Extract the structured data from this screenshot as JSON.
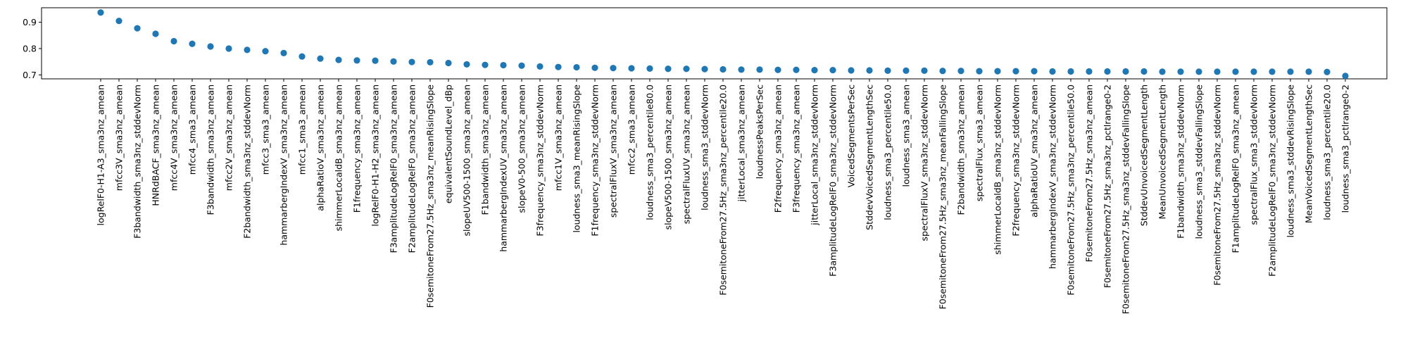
{
  "chart_data": {
    "type": "scatter",
    "title": "",
    "xlabel": "",
    "ylabel": "",
    "ylim": [
      0.685,
      0.955
    ],
    "yticks": [
      0.7,
      0.8,
      0.9
    ],
    "ytick_labels": [
      "0.7",
      "0.8",
      "0.9"
    ],
    "grid": false,
    "marker_color": "#1f77b4",
    "categories": [
      "logRelF0-H1-A3_sma3nz_amean",
      "mfcc3V_sma3nz_amean",
      "F3bandwidth_sma3nz_stddevNorm",
      "HNRdBACF_sma3nz_amean",
      "mfcc4V_sma3nz_amean",
      "mfcc4_sma3_amean",
      "F3bandwidth_sma3nz_amean",
      "mfcc2V_sma3nz_amean",
      "F2bandwidth_sma3nz_stddevNorm",
      "mfcc3_sma3_amean",
      "hammarbergIndexV_sma3nz_amean",
      "mfcc1_sma3_amean",
      "alphaRatioV_sma3nz_amean",
      "shimmerLocaldB_sma3nz_amean",
      "F1frequency_sma3nz_amean",
      "logRelF0-H1-H2_sma3nz_amean",
      "F3amplitudeLogRelF0_sma3nz_amean",
      "F2amplitudeLogRelF0_sma3nz_amean",
      "F0semitoneFrom27.5Hz_sma3nz_meanRisingSlope",
      "equivalentSoundLevel_dBp",
      "slopeUV500-1500_sma3nz_amean",
      "F1bandwidth_sma3nz_amean",
      "hammarbergIndexUV_sma3nz_amean",
      "slopeV0-500_sma3nz_amean",
      "F3frequency_sma3nz_stddevNorm",
      "mfcc1V_sma3nz_amean",
      "loudness_sma3_meanRisingSlope",
      "F1frequency_sma3nz_stddevNorm",
      "spectralFluxV_sma3nz_amean",
      "mfcc2_sma3_amean",
      "loudness_sma3_percentile80.0",
      "slopeV500-1500_sma3nz_amean",
      "spectralFluxUV_sma3nz_amean",
      "loudness_sma3_stddevNorm",
      "F0semitoneFrom27.5Hz_sma3nz_percentile20.0",
      "jitterLocal_sma3nz_amean",
      "loudnessPeaksPerSec",
      "F2frequency_sma3nz_amean",
      "F3frequency_sma3nz_amean",
      "jitterLocal_sma3nz_stddevNorm",
      "F3amplitudeLogRelF0_sma3nz_stddevNorm",
      "VoicedSegmentsPerSec",
      "StddevVoicedSegmentLengthSec",
      "loudness_sma3_percentile50.0",
      "loudness_sma3_amean",
      "spectralFluxV_sma3nz_stddevNorm",
      "F0semitoneFrom27.5Hz_sma3nz_meanFallingSlope",
      "F2bandwidth_sma3nz_amean",
      "spectralFlux_sma3_amean",
      "shimmerLocaldB_sma3nz_stddevNorm",
      "F2frequency_sma3nz_stddevNorm",
      "alphaRatioUV_sma3nz_amean",
      "hammarbergIndexV_sma3nz_stddevNorm",
      "F0semitoneFrom27.5Hz_sma3nz_percentile50.0",
      "F0semitoneFrom27.5Hz_sma3nz_amean",
      "F0semitoneFrom27.5Hz_sma3nz_pctlrange0-2",
      "F0semitoneFrom27.5Hz_sma3nz_stddevFallingSlope",
      "StddevUnvoicedSegmentLength",
      "MeanUnvoicedSegmentLength",
      "F1bandwidth_sma3nz_stddevNorm",
      "loudness_sma3_stddevFallingSlope",
      "F0semitoneFrom27.5Hz_sma3nz_stddevNorm",
      "F1amplitudeLogRelF0_sma3nz_amean",
      "spectralFlux_sma3_stddevNorm",
      "F2amplitudeLogRelF0_sma3nz_stddevNorm",
      "loudness_sma3_stddevRisingSlope",
      "MeanVoicedSegmentLengthSec",
      "loudness_sma3_percentile20.0",
      "loudness_sma3_pctlrange0-2"
    ],
    "values": [
      0.937,
      0.905,
      0.877,
      0.856,
      0.828,
      0.818,
      0.808,
      0.8,
      0.795,
      0.79,
      0.783,
      0.77,
      0.762,
      0.757,
      0.755,
      0.754,
      0.751,
      0.749,
      0.748,
      0.745,
      0.74,
      0.738,
      0.737,
      0.735,
      0.732,
      0.73,
      0.729,
      0.727,
      0.726,
      0.725,
      0.724,
      0.723,
      0.723,
      0.722,
      0.721,
      0.72,
      0.72,
      0.719,
      0.719,
      0.718,
      0.718,
      0.717,
      0.717,
      0.716,
      0.716,
      0.716,
      0.715,
      0.715,
      0.714,
      0.714,
      0.714,
      0.714,
      0.713,
      0.713,
      0.713,
      0.713,
      0.713,
      0.713,
      0.712,
      0.712,
      0.712,
      0.712,
      0.712,
      0.712,
      0.712,
      0.712,
      0.712,
      0.711,
      0.696
    ]
  }
}
